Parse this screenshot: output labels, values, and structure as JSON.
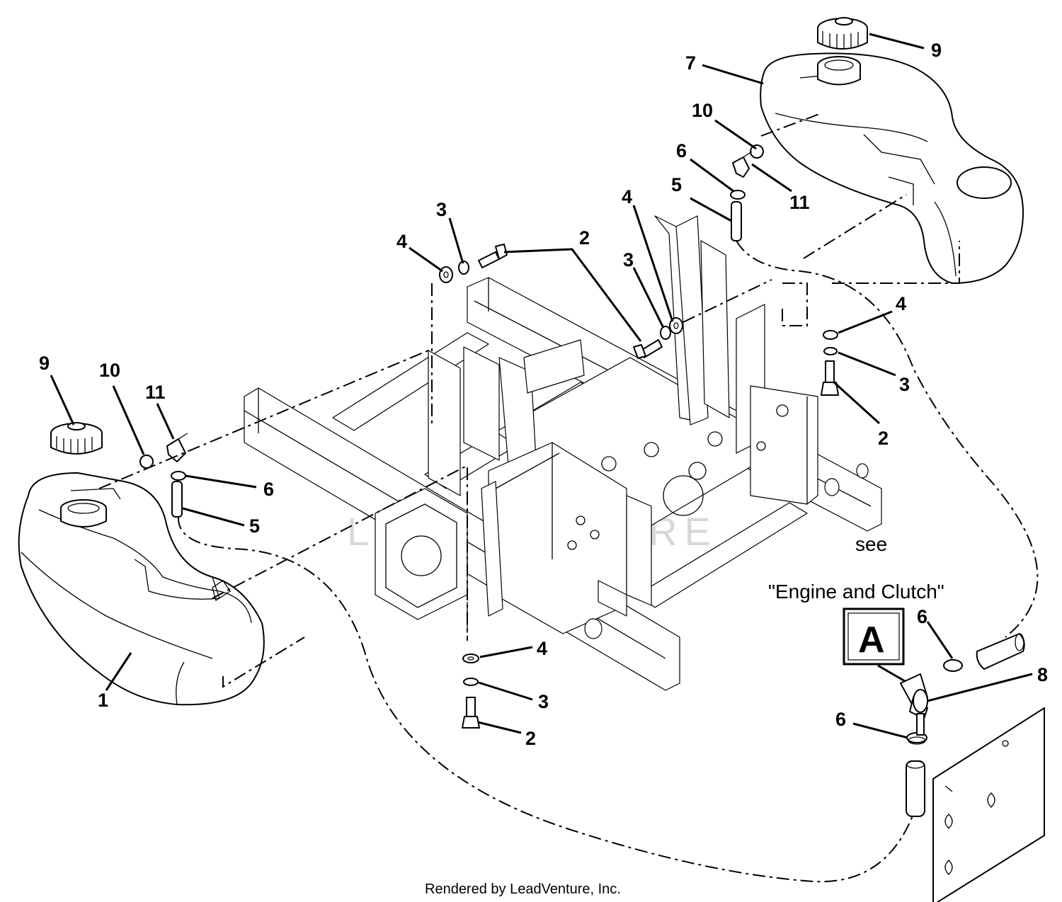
{
  "callouts": {
    "p1": "1",
    "p2a": "2",
    "p2b": "2",
    "p2c": "2",
    "p3a": "3",
    "p3b": "3",
    "p3c": "3",
    "p3d": "3",
    "p4a": "4",
    "p4b": "4",
    "p4c": "4",
    "p4d": "4",
    "p5a": "5",
    "p5b": "5",
    "p6a": "6",
    "p6b": "6",
    "p6c": "6",
    "p6d": "6",
    "p7": "7",
    "p8": "8",
    "p9a": "9",
    "p9b": "9",
    "p10a": "10",
    "p10b": "10",
    "p11a": "11",
    "p11b": "11"
  },
  "reference_note": {
    "line1": "see",
    "line2": "\"Engine and Clutch\"",
    "box_letter": "A"
  },
  "watermark": "LEADVENTURE",
  "footer": "Rendered by LeadVenture, Inc."
}
